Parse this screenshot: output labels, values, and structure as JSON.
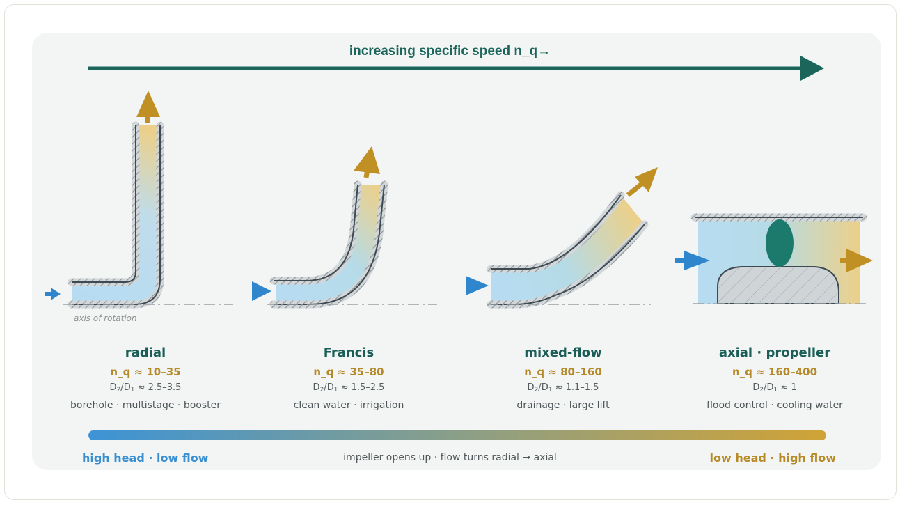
{
  "header": {
    "title": "increasing specific speed n_q→"
  },
  "axis_note": "axis of rotation",
  "types": [
    {
      "name": "radial",
      "nq": "n_q ≈ 10–35",
      "ratio_value": "≈ 2.5–3.5",
      "applications": "borehole · multistage · booster"
    },
    {
      "name": "Francis",
      "nq": "n_q ≈ 35–80",
      "ratio_value": "≈ 1.5–2.5",
      "applications": "clean water · irrigation"
    },
    {
      "name": "mixed-flow",
      "nq": "n_q ≈ 80–160",
      "ratio_value": "≈ 1.1–1.5",
      "applications": "drainage · large lift"
    },
    {
      "name": "axial · propeller",
      "nq": "n_q ≈ 160–400",
      "ratio_value": "≈ 1",
      "applications": "flood control · cooling water"
    }
  ],
  "ratio_symbols": {
    "D": "D",
    "sub2": "2",
    "slash": "/",
    "sub1": "1"
  },
  "bottom": {
    "left": "high head · low flow",
    "middle": "impeller opens up · flow turns radial → axial",
    "right": "low head · high flow"
  },
  "colors": {
    "teal": "#1b655b",
    "gold": "#c09025",
    "blue": "#3a8fd0",
    "wall": "#3d4a52",
    "inflow": "#b7dcf2",
    "outflow": "#ecd08a"
  }
}
